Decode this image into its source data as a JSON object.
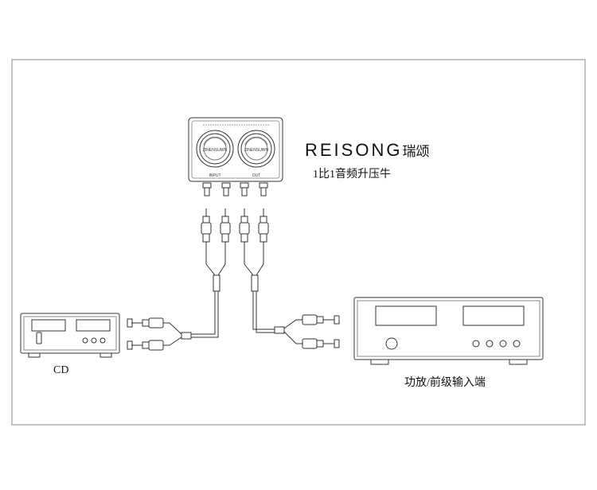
{
  "brand": {
    "name": "REISONG",
    "name_cn": "瑞颂"
  },
  "product_subtitle": "1比1音频升压牛",
  "devices": {
    "transformer": {
      "input_label": "INPUT",
      "output_label": "OUT",
      "meter_text_left": "ZINENSUWN",
      "meter_text_right": "ZINENSUWN"
    },
    "source": {
      "label": "CD"
    },
    "amplifier": {
      "label": "功放/前级输入端"
    }
  },
  "colors": {
    "line": "#333333",
    "background": "#ffffff",
    "border": "#888888"
  }
}
